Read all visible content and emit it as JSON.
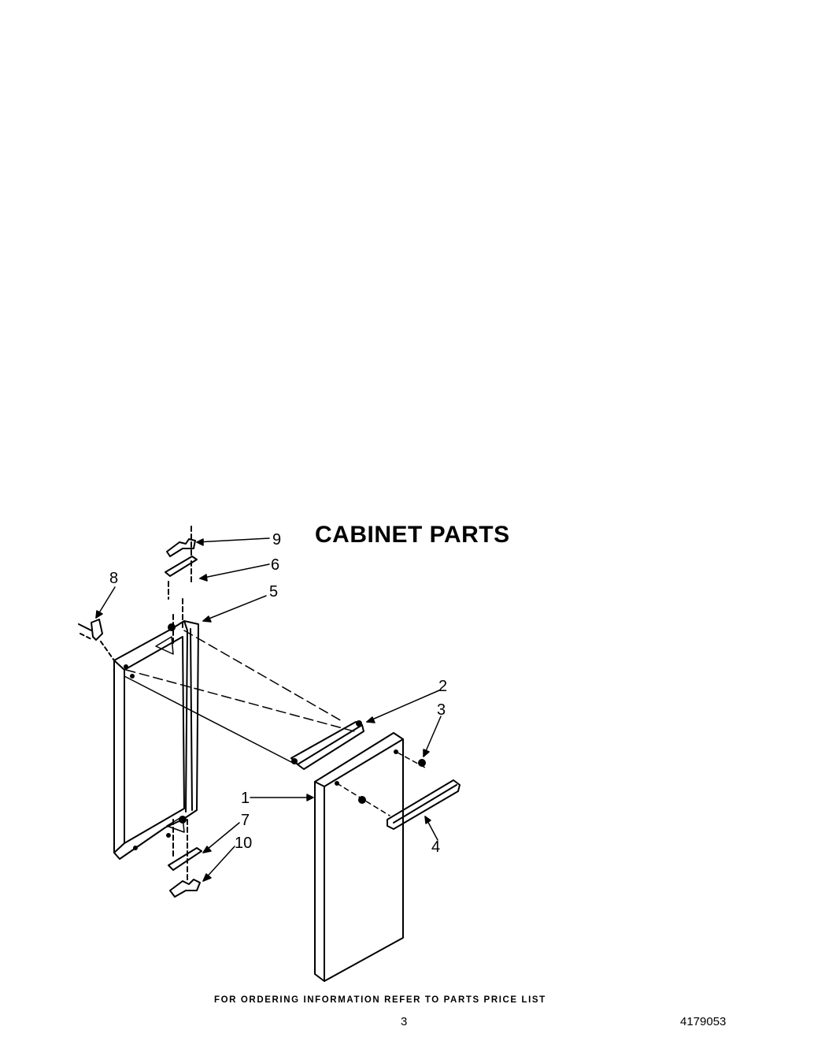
{
  "title": "CABINET PARTS",
  "callouts": {
    "c1": "1",
    "c2": "2",
    "c3": "3",
    "c4": "4",
    "c5": "5",
    "c6": "6",
    "c7": "7",
    "c8": "8",
    "c9": "9",
    "c10": "10"
  },
  "footer": {
    "ordering_note": "FOR ORDERING INFORMATION REFER TO PARTS PRICE LIST",
    "page_number": "3",
    "document_number": "4179053"
  }
}
